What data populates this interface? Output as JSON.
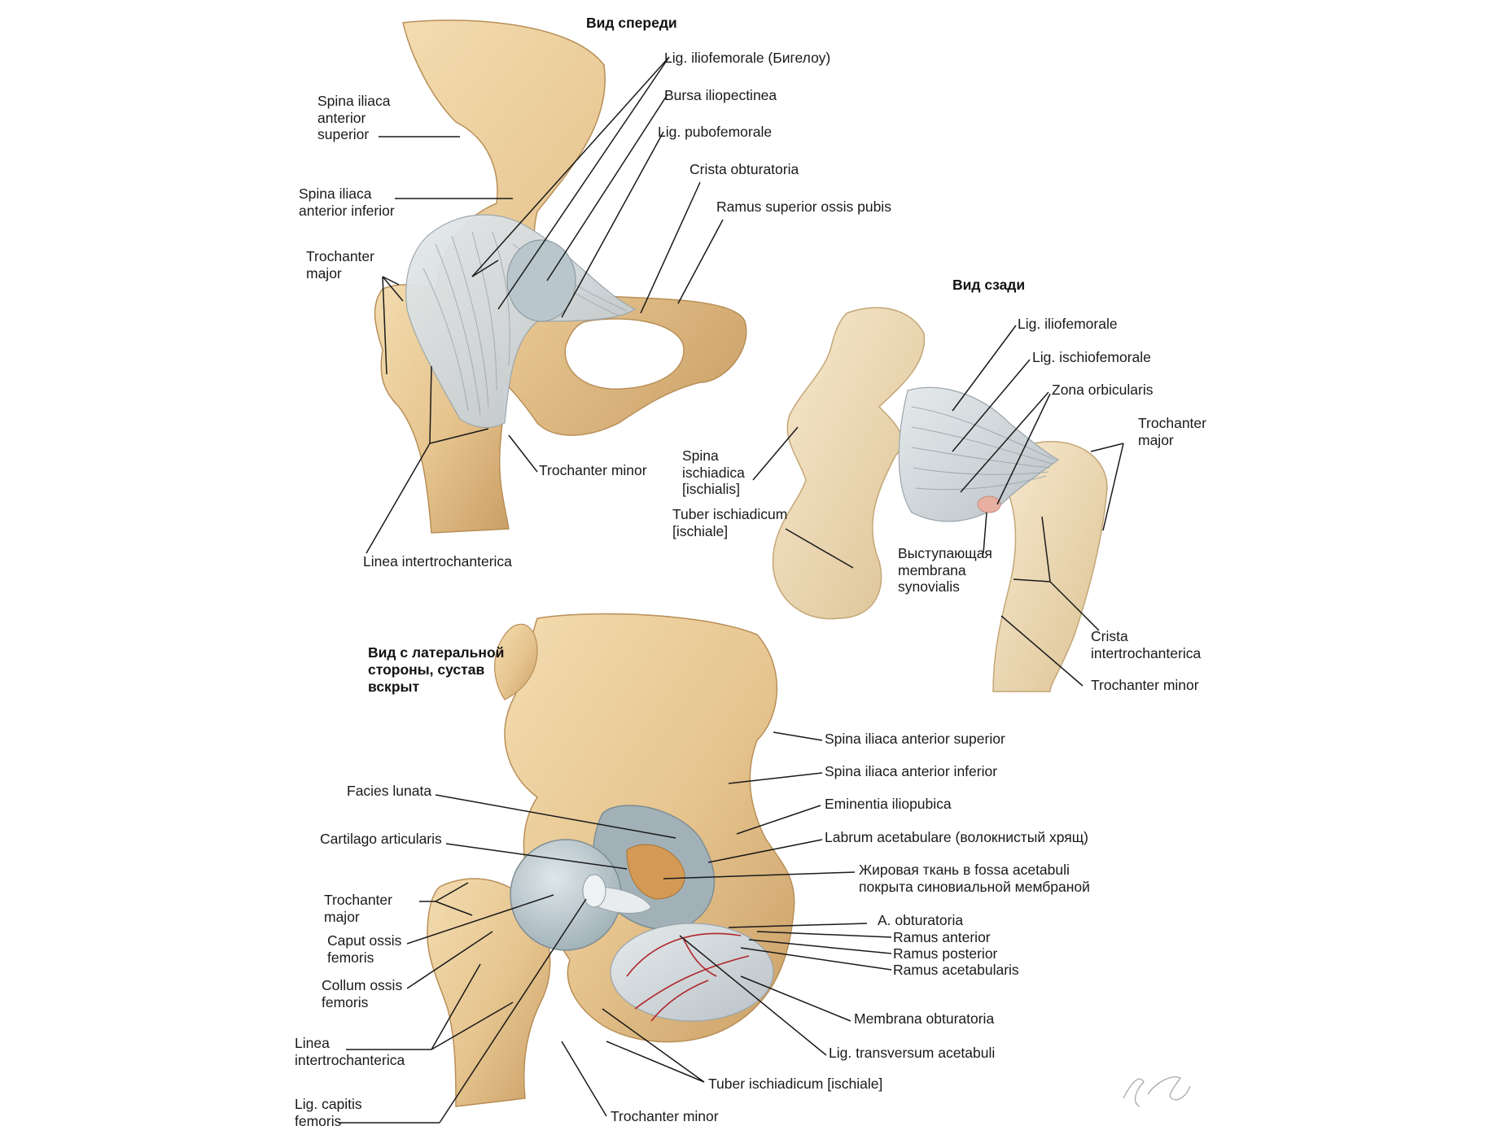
{
  "colors": {
    "bone": "#e8c896",
    "bone_shadow": "#c9a56e",
    "bone_light": "#f2dcb4",
    "ligament": "#cfd6da",
    "ligament_line": "#9aa5ab",
    "cartilage": "#aebfc6",
    "artery": "#b0262b",
    "fat": "#d49a55",
    "synovial": "#e8b0a0",
    "text": "#1a1a1a"
  },
  "views": {
    "front": {
      "title": "Вид спереди",
      "labels": {
        "lig_iliofemorale": "Lig. iliofemorale (Бигелоу)",
        "bursa_iliopectinea": "Bursa iliopectinea",
        "lig_pubofemorale": "Lig. pubofemorale",
        "crista_obturatoria": "Crista obturatoria",
        "ramus_superior": "Ramus superior ossis pubis",
        "spina_sup": "Spina iliaca\nanterior\nsuperior",
        "spina_inf": "Spina iliaca\nanterior inferior",
        "troch_major": "Trochanter\nmajor",
        "troch_minor": "Trochanter minor",
        "linea": "Linea intertrochanterica"
      }
    },
    "back": {
      "title": "Вид сзади",
      "labels": {
        "lig_iliofemorale": "Lig. iliofemorale",
        "lig_ischiofemorale": "Lig. ischiofemorale",
        "zona_orbicularis": "Zona orbicularis",
        "troch_major": "Trochanter\nmajor",
        "spina_ischiadica": "Spina\nischiadica\n[ischialis]",
        "tuber": "Tuber ischiadicum\n[ischiale]",
        "membrana_synovialis": "Выступающая\nmembrana\nsynovialis",
        "crista_intertroch": "Crista\nintertrochanterica",
        "troch_minor": "Trochanter minor"
      }
    },
    "lateral": {
      "title": "Вид с латеральной\nстороны, сустав\nвскрыт",
      "labels": {
        "spina_sup": "Spina iliaca anterior superior",
        "spina_inf": "Spina iliaca anterior inferior",
        "eminentia": "Eminentia iliopubica",
        "labrum": "Labrum acetabulare (волокнистый хрящ)",
        "fat": "Жировая ткань в fossa acetabuli\nпокрыта синовиальной мембраной",
        "a_obturatoria": "A. obturatoria",
        "ramus_anterior": "Ramus anterior",
        "ramus_posterior": "Ramus posterior",
        "ramus_acetabularis": "Ramus acetabularis",
        "membrana_obturatoria": "Membrana obturatoria",
        "lig_transversum": "Lig. transversum acetabuli",
        "tuber": "Tuber ischiadicum [ischiale]",
        "troch_minor": "Trochanter minor",
        "facies_lunata": "Facies lunata",
        "cartilago": "Cartilago articularis",
        "troch_major": "Trochanter\nmajor",
        "caput": "Caput ossis\nfemoris",
        "collum": "Collum ossis\nfemoris",
        "linea": "Linea\nintertrochanterica",
        "lig_capitis": "Lig. capitis\nfemoris"
      }
    }
  }
}
